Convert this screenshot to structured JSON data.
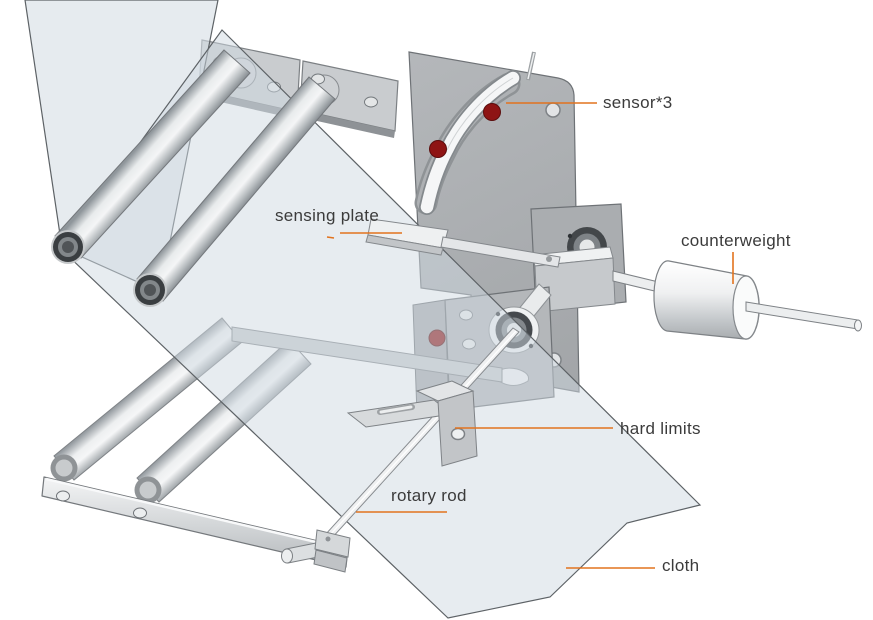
{
  "diagram": {
    "labels": {
      "sensor": "sensor*3",
      "sensing_plate": "sensing plate",
      "counterweight": "counterweight",
      "hard_limits": "hard limits",
      "rotary_rod": "rotary rod",
      "cloth": "cloth"
    },
    "colors": {
      "leader_line": "#E2731E",
      "sensor_marker": "#8E1414",
      "sensor_marker_edge": "#5C0D0D",
      "label_text": "#3B3B3B",
      "cloth_tint": "#D0DAE2",
      "metal_gray": "#ABAEB1"
    }
  }
}
